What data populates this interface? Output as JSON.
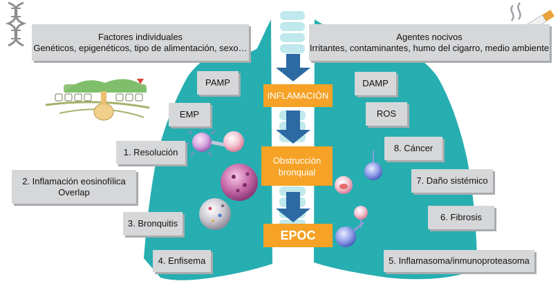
{
  "top_left_box": {
    "line1": "Factores individuales",
    "line2": "Genéticos, epigenéticos, tipo de alimentación, sexo…"
  },
  "top_right_box": {
    "line1": "Agentes nocivos",
    "line2": "Irritantes, contaminantes, humo del cigarro, medio ambiente"
  },
  "left_labels": {
    "pamp": "PAMP",
    "emp": "EMP",
    "resolucion": "1. Resolución",
    "inflamacion_eos_line1": "2. Inflamación eosinofílica",
    "inflamacion_eos_line2": "Overlap",
    "bronquitis": "3. Bronquitis",
    "enfisema": "4. Enfisema"
  },
  "right_labels": {
    "damp": "DAMP",
    "ros": "ROS",
    "cancer": "8. Cáncer",
    "dano_sistemico": "7. Daño sistémico",
    "fibrosis": "6. Fibrosis",
    "inflamasoma": "5. Inflamasoma/inmunoproteasoma"
  },
  "center_flow": {
    "inflamacion": "INFLAMACIÓN",
    "obstruccion_line1": "Obstrucción",
    "obstruccion_line2": "bronquial",
    "epoc": "EPOC"
  },
  "colors": {
    "lung": "#27aeb1",
    "orange_box": "#f5a226",
    "arrow": "#2d6aa3",
    "gray_box": "#d6d7d9",
    "box_shadow": "#a9abae",
    "vertebra": "#bfe9ec"
  },
  "icons": [
    "dna-icon",
    "cigarette-icon",
    "epithelium-icon",
    "cell-icon"
  ]
}
